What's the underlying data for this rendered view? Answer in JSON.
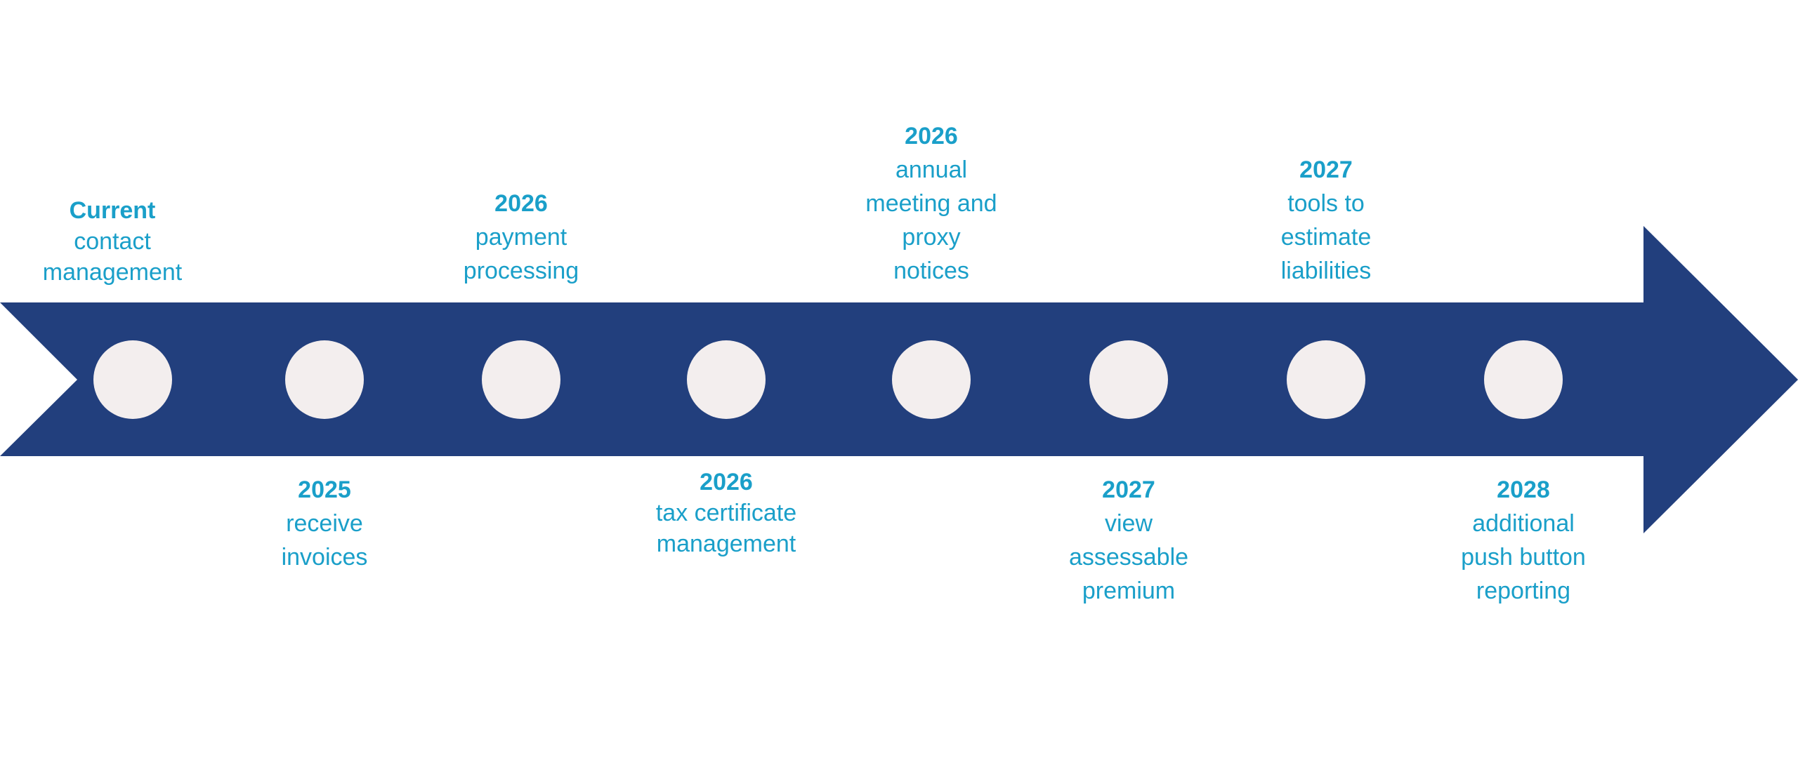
{
  "colors": {
    "arrow": "#223f7d",
    "marker": "#f3eeee",
    "text": "#1a9fc9"
  },
  "milestones": [
    {
      "year": "Current",
      "lines": [
        "contact",
        "management"
      ],
      "position": "above"
    },
    {
      "year": "2025",
      "lines": [
        "receive",
        "invoices"
      ],
      "position": "below"
    },
    {
      "year": "2026",
      "lines": [
        "payment",
        "processing"
      ],
      "position": "above"
    },
    {
      "year": "2026",
      "lines": [
        "tax certificate",
        "management"
      ],
      "position": "below"
    },
    {
      "year": "2026",
      "lines": [
        "annual",
        "meeting and",
        "proxy",
        "notices"
      ],
      "position": "above"
    },
    {
      "year": "2027",
      "lines": [
        "view",
        "assessable",
        "premium"
      ],
      "position": "below"
    },
    {
      "year": "2027",
      "lines": [
        "tools to",
        "estimate",
        "liabilities"
      ],
      "position": "above"
    },
    {
      "year": "2028",
      "lines": [
        "additional",
        "push button",
        "reporting"
      ],
      "position": "below"
    }
  ]
}
